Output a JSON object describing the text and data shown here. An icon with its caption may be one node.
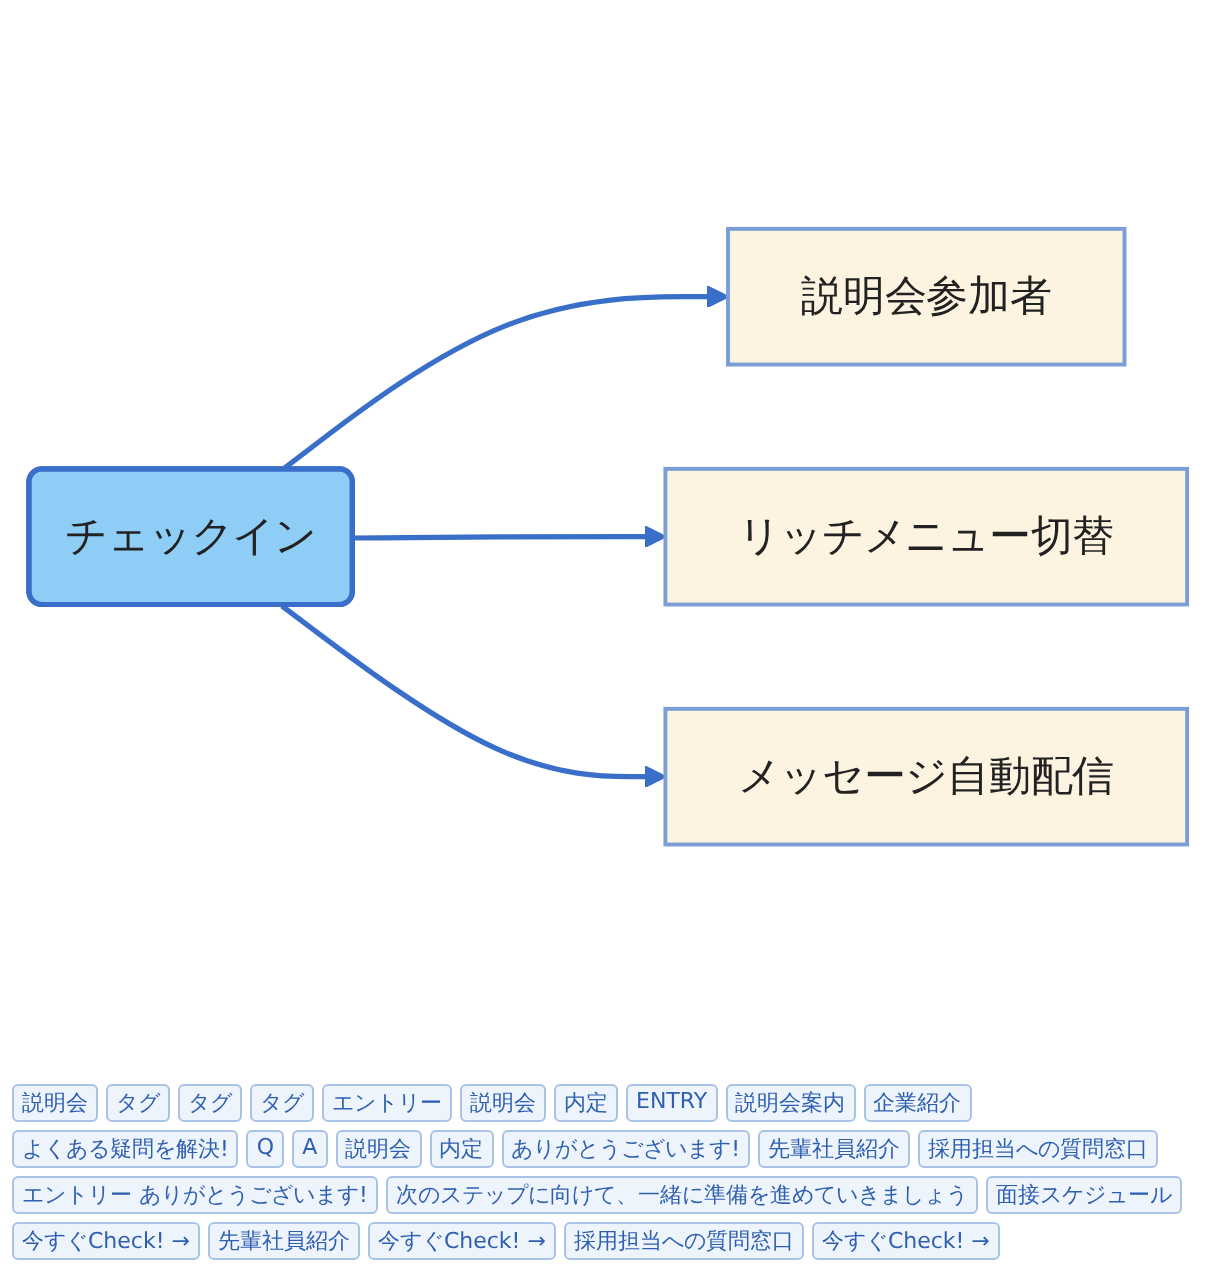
{
  "diagram": {
    "nodes": [
      {
        "text": [
          "チェックイン"
        ]
      },
      {
        "text": [
          "説明会参加者"
        ]
      },
      {
        "text": [
          "リッチメニュー切替"
        ]
      },
      {
        "text": [
          "メッセージ自動配信"
        ]
      }
    ],
    "edges": [
      {
        "from": 0,
        "to": 1,
        "arrow": "to"
      },
      {
        "from": 0,
        "to": 2,
        "arrow": "to"
      },
      {
        "from": 0,
        "to": 3,
        "arrow": "to"
      }
    ],
    "labels": [
      "説明会",
      "タグ",
      "タグ",
      "タグ",
      "エントリー",
      "説明会",
      "内定",
      "ENTRY",
      "説明会案内",
      "企業紹介",
      "よくある疑問を解決!",
      "Q",
      "A",
      "説明会",
      "内定",
      "ありがとうございます!",
      "先輩社員紹介",
      "採用担当への質問窓口",
      "エントリー ありがとうございます!",
      "次のステップに向けて、一緒に準備を進めていきましょう",
      "面接スケジュール",
      "今すぐCheck! →",
      "先輩社員紹介",
      "今すぐCheck! →",
      "採用担当への質問窓口",
      "今すぐCheck! →"
    ]
  }
}
